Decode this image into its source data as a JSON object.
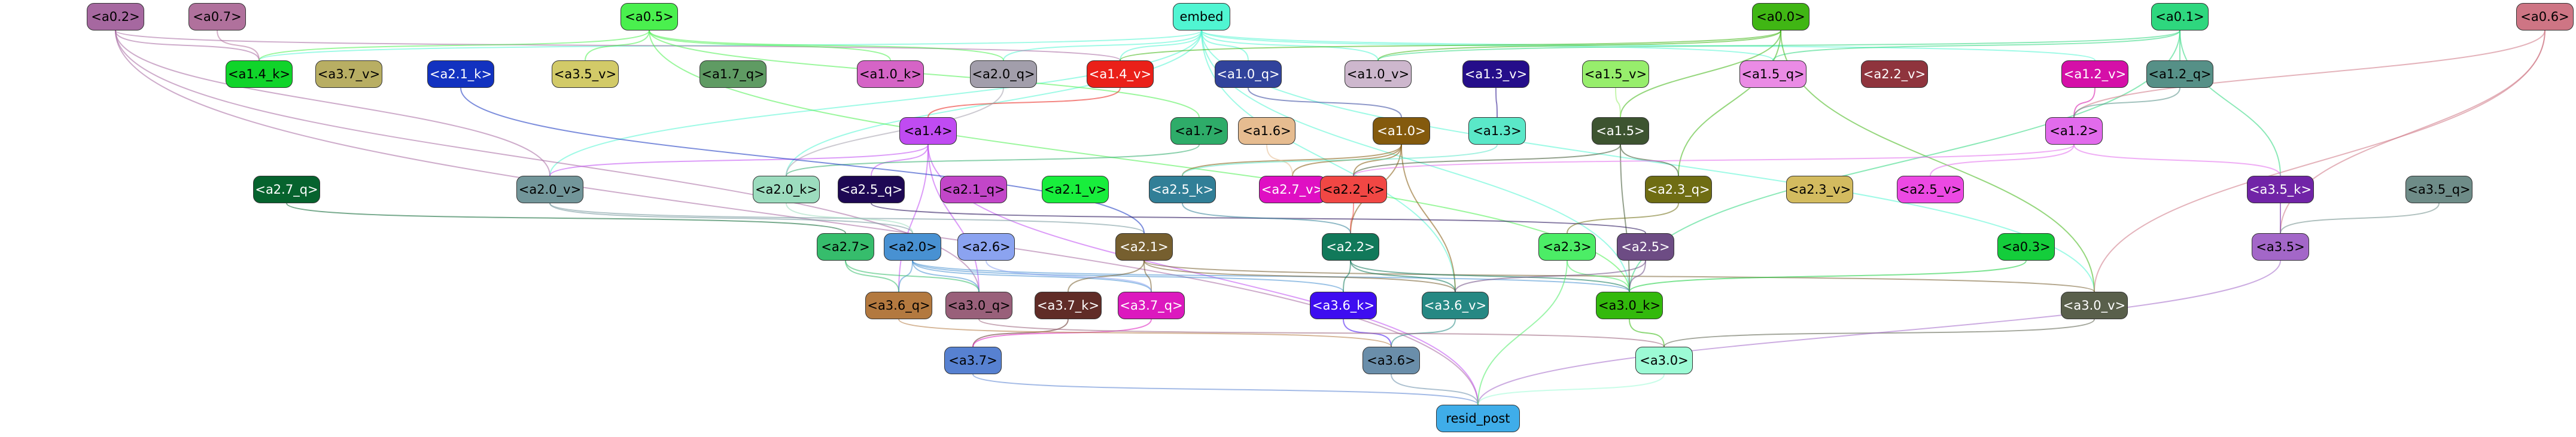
{
  "nodes": [
    {
      "id": "a0_2",
      "label": "<a0.2>",
      "color": "#a668a0"
    },
    {
      "id": "a0_7",
      "label": "<a0.7>",
      "color": "#b0719c"
    },
    {
      "id": "a0_5",
      "label": "<a0.5>",
      "color": "#4af04e"
    },
    {
      "id": "embed",
      "label": "embed",
      "color": "#50f5d2"
    },
    {
      "id": "a0_0",
      "label": "<a0.0>",
      "color": "#40b614"
    },
    {
      "id": "a0_1",
      "label": "<a0.1>",
      "color": "#2ed77e"
    },
    {
      "id": "a0_6",
      "label": "<a0.6>",
      "color": "#ce7584"
    },
    {
      "id": "a1_4_k",
      "label": "<a1.4_k>",
      "color": "#10d42a"
    },
    {
      "id": "a3_7_v",
      "label": "<a3.7_v>",
      "color": "#b8ae63"
    },
    {
      "id": "a2_1_k",
      "label": "<a2.1_k>",
      "color": "#1232c0"
    },
    {
      "id": "a3_5_v",
      "label": "<a3.5_v>",
      "color": "#d2ca68"
    },
    {
      "id": "a1_7_q",
      "label": "<a1.7_q>",
      "color": "#5f9b63"
    },
    {
      "id": "a1_0_k",
      "label": "<a1.0_k>",
      "color": "#d564c6"
    },
    {
      "id": "a2_0_q",
      "label": "<a2.0_q>",
      "color": "#a29eab"
    },
    {
      "id": "a1_4_v",
      "label": "<a1.4_v>",
      "color": "#ea2019"
    },
    {
      "id": "a1_0_q",
      "label": "<a1.0_q>",
      "color": "#31439c"
    },
    {
      "id": "a1_0_v",
      "label": "<a1.0_v>",
      "color": "#cdb7cd"
    },
    {
      "id": "a1_3_v",
      "label": "<a1.3_v>",
      "color": "#250e8a"
    },
    {
      "id": "a1_5_v",
      "label": "<a1.5_v>",
      "color": "#97ee6c"
    },
    {
      "id": "a1_5_q",
      "label": "<a1.5_q>",
      "color": "#ea8be5"
    },
    {
      "id": "a2_2_v",
      "label": "<a2.2_v>",
      "color": "#8f343d"
    },
    {
      "id": "a1_2_v",
      "label": "<a1.2_v>",
      "color": "#d50fa8"
    },
    {
      "id": "a1_2_q",
      "label": "<a1.2_q>",
      "color": "#569087"
    },
    {
      "id": "a1_4",
      "label": "<a1.4>",
      "color": "#c04bf2"
    },
    {
      "id": "a1_7",
      "label": "<a1.7>",
      "color": "#2eac69"
    },
    {
      "id": "a1_6",
      "label": "<a1.6>",
      "color": "#e6bc90"
    },
    {
      "id": "a1_0",
      "label": "<a1.0>",
      "color": "#845a0d"
    },
    {
      "id": "a1_3",
      "label": "<a1.3>",
      "color": "#5ae8c8"
    },
    {
      "id": "a1_5",
      "label": "<a1.5>",
      "color": "#3d5430"
    },
    {
      "id": "a1_2",
      "label": "<a1.2>",
      "color": "#e26bec"
    },
    {
      "id": "a2_7_q",
      "label": "<a2.7_q>",
      "color": "#06632e"
    },
    {
      "id": "a2_0_v",
      "label": "<a2.0_v>",
      "color": "#72969a"
    },
    {
      "id": "a2_0_k",
      "label": "<a2.0_k>",
      "color": "#9cdcbe"
    },
    {
      "id": "a2_5_q",
      "label": "<a2.5_q>",
      "color": "#1e0854"
    },
    {
      "id": "a2_1_q",
      "label": "<a2.1_q>",
      "color": "#c246c8"
    },
    {
      "id": "a2_1_v",
      "label": "<a2.1_v>",
      "color": "#18ee3c"
    },
    {
      "id": "a2_5_k",
      "label": "<a2.5_k>",
      "color": "#317f97"
    },
    {
      "id": "a2_7_v",
      "label": "<a2.7_v>",
      "color": "#df0fc3"
    },
    {
      "id": "a2_2_k",
      "label": "<a2.2_k>",
      "color": "#f14744"
    },
    {
      "id": "a2_3_q",
      "label": "<a2.3_q>",
      "color": "#6f6d13"
    },
    {
      "id": "a2_3_v",
      "label": "<a2.3_v>",
      "color": "#d3bb5f"
    },
    {
      "id": "a2_5_v",
      "label": "<a2.5_v>",
      "color": "#ec49e3"
    },
    {
      "id": "a3_5_k",
      "label": "<a3.5_k>",
      "color": "#7124a7"
    },
    {
      "id": "a3_5_q",
      "label": "<a3.5_q>",
      "color": "#6e8c88"
    },
    {
      "id": "a2_7",
      "label": "<a2.7>",
      "color": "#36bd6c"
    },
    {
      "id": "a2_0",
      "label": "<a2.0>",
      "color": "#4891d2"
    },
    {
      "id": "a2_6",
      "label": "<a2.6>",
      "color": "#8ba3f0"
    },
    {
      "id": "a2_1",
      "label": "<a2.1>",
      "color": "#765f2f"
    },
    {
      "id": "a2_2",
      "label": "<a2.2>",
      "color": "#11795a"
    },
    {
      "id": "a2_3",
      "label": "<a2.3>",
      "color": "#4ced66"
    },
    {
      "id": "a2_5",
      "label": "<a2.5>",
      "color": "#6d4c84"
    },
    {
      "id": "a0_3",
      "label": "<a0.3>",
      "color": "#14cd3b"
    },
    {
      "id": "a3_5",
      "label": "<a3.5>",
      "color": "#a367c8"
    },
    {
      "id": "a3_6_q",
      "label": "<a3.6_q>",
      "color": "#b3793f"
    },
    {
      "id": "a3_0_q",
      "label": "<a3.0_q>",
      "color": "#99607a"
    },
    {
      "id": "a3_7_k",
      "label": "<a3.7_k>",
      "color": "#602c27"
    },
    {
      "id": "a3_7_q",
      "label": "<a3.7_q>",
      "color": "#dc19be"
    },
    {
      "id": "a3_6_k",
      "label": "<a3.6_k>",
      "color": "#3e0df0"
    },
    {
      "id": "a3_6_v",
      "label": "<a3.6_v>",
      "color": "#268883"
    },
    {
      "id": "a3_0_k",
      "label": "<a3.0_k>",
      "color": "#33b90c"
    },
    {
      "id": "a3_0_v",
      "label": "<a3.0_v>",
      "color": "#595f4b"
    },
    {
      "id": "a3_7",
      "label": "<a3.7>",
      "color": "#5781d1"
    },
    {
      "id": "a3_6",
      "label": "<a3.6>",
      "color": "#6a8eaa"
    },
    {
      "id": "a3_0",
      "label": "<a3.0>",
      "color": "#9cfbd5"
    },
    {
      "id": "resid_post",
      "label": "resid_post",
      "color": "#3fade9"
    }
  ],
  "edges": [
    [
      "embed",
      "a1_4_k",
      "#50f5d2"
    ],
    [
      "embed",
      "a2_0_q",
      "#50f5d2"
    ],
    [
      "embed",
      "a1_4_v",
      "#50f5d2"
    ],
    [
      "embed",
      "a1_0_v",
      "#50f5d2"
    ],
    [
      "embed",
      "a1_5_q",
      "#50f5d2"
    ],
    [
      "embed",
      "a2_0_v",
      "#50f5d2"
    ],
    [
      "embed",
      "a2_0_k",
      "#50f5d2"
    ],
    [
      "embed",
      "a3_0_k",
      "#50f5d2"
    ],
    [
      "embed",
      "a3_6_v",
      "#50f5d2"
    ],
    [
      "embed",
      "a3_0_v",
      "#50f5d2"
    ],
    [
      "embed",
      "a1_2_v",
      "#50f5d2"
    ],
    [
      "embed",
      "a1_0_q",
      "#50f5d2"
    ],
    [
      "a0_2",
      "a1_4_k",
      "#a668a0"
    ],
    [
      "a0_2",
      "a2_0_v",
      "#a668a0"
    ],
    [
      "a0_2",
      "a3_0_q",
      "#a668a0"
    ],
    [
      "a0_2",
      "resid_post",
      "#a668a0"
    ],
    [
      "a0_2",
      "a1_4_v",
      "#a668a0"
    ],
    [
      "a0_7",
      "a1_4_k",
      "#b0719c"
    ],
    [
      "a0_5",
      "a1_4_k",
      "#4af04e"
    ],
    [
      "a0_5",
      "a3_5_v",
      "#4af04e"
    ],
    [
      "a0_5",
      "a1_0_k",
      "#4af04e"
    ],
    [
      "a0_5",
      "a2_0_q",
      "#4af04e"
    ],
    [
      "a0_5",
      "a1_7",
      "#4af04e"
    ],
    [
      "a0_5",
      "a3_0_k",
      "#4af04e"
    ],
    [
      "a0_0",
      "a1_4_v",
      "#40b614"
    ],
    [
      "a0_0",
      "a1_0_v",
      "#40b614"
    ],
    [
      "a0_0",
      "a2_3_q",
      "#40b614"
    ],
    [
      "a0_0",
      "a1_5",
      "#40b614"
    ],
    [
      "a0_0",
      "a3_0_v",
      "#40b614"
    ],
    [
      "a0_1",
      "a1_2_q",
      "#2ed77e"
    ],
    [
      "a0_1",
      "a1_5_q",
      "#2ed77e"
    ],
    [
      "a0_1",
      "a3_5_k",
      "#2ed77e"
    ],
    [
      "a0_1",
      "a3_0_k",
      "#2ed77e"
    ],
    [
      "a0_1",
      "a1_0_v",
      "#2ed77e"
    ],
    [
      "a0_6",
      "a1_2",
      "#ce7584"
    ],
    [
      "a0_6",
      "a3_0_v",
      "#ce7584"
    ],
    [
      "a0_6",
      "a3_5",
      "#ce7584"
    ],
    [
      "a1_4_v",
      "a1_4",
      "#ea2019"
    ],
    [
      "a1_4",
      "a2_0_v",
      "#c04bf2"
    ],
    [
      "a1_4",
      "a3_0_q",
      "#c04bf2"
    ],
    [
      "a1_4",
      "a3_6_q",
      "#c04bf2"
    ],
    [
      "a1_4",
      "a2_5_q",
      "#c04bf2"
    ],
    [
      "a1_4",
      "resid_post",
      "#c04bf2"
    ],
    [
      "a1_0_q",
      "a1_0",
      "#31439c"
    ],
    [
      "a1_3_v",
      "a1_3",
      "#250e8a"
    ],
    [
      "a1_5_v",
      "a1_5",
      "#97ee6c"
    ],
    [
      "a1_2_v",
      "a1_2",
      "#d50fa8"
    ],
    [
      "a1_2_q",
      "a1_2",
      "#569087"
    ],
    [
      "a1_0",
      "a2_5_k",
      "#845a0d"
    ],
    [
      "a1_0",
      "a2_2_k",
      "#845a0d"
    ],
    [
      "a1_0",
      "a2_2",
      "#845a0d"
    ],
    [
      "a1_0",
      "a3_6_v",
      "#845a0d"
    ],
    [
      "a1_0",
      "a2_7_v",
      "#845a0d"
    ],
    [
      "a1_5",
      "a2_2_k",
      "#3d5430"
    ],
    [
      "a1_5",
      "a2_3_q",
      "#3d5430"
    ],
    [
      "a1_5",
      "a3_0_k",
      "#3d5430"
    ],
    [
      "a1_2",
      "a2_5_v",
      "#e26bec"
    ],
    [
      "a1_2",
      "a3_5_k",
      "#e26bec"
    ],
    [
      "a1_2",
      "a2_2_k",
      "#e26bec"
    ],
    [
      "a1_7",
      "a2_0_k",
      "#2eac69"
    ],
    [
      "a1_6",
      "a2_7_v",
      "#e6bc90"
    ],
    [
      "a1_3",
      "a2_5_k",
      "#5ae8c8"
    ],
    [
      "a2_0_v",
      "a2_0",
      "#72969a"
    ],
    [
      "a2_0_v",
      "a2_1",
      "#72969a"
    ],
    [
      "a2_0_k",
      "a2_0",
      "#9cdcbe"
    ],
    [
      "a2_0_q",
      "a2_0_k",
      "#a29eab"
    ],
    [
      "a2_1_k",
      "a2_1",
      "#1232c0"
    ],
    [
      "a2_5_q",
      "a2_5",
      "#1e0854"
    ],
    [
      "a2_2_k",
      "a2_2",
      "#f14744"
    ],
    [
      "a2_5_k",
      "a2_2",
      "#317f97"
    ],
    [
      "a2_3_q",
      "a2_3",
      "#6f6d13"
    ],
    [
      "a2_7_q",
      "a2_7",
      "#06632e"
    ],
    [
      "a3_5_k",
      "a3_5",
      "#7124a7"
    ],
    [
      "a3_5_q",
      "a3_5",
      "#6e8c88"
    ],
    [
      "a2_0",
      "a3_0_q",
      "#4891d2"
    ],
    [
      "a2_0",
      "a3_6_k",
      "#4891d2"
    ],
    [
      "a2_0",
      "a3_7_q",
      "#4891d2"
    ],
    [
      "a2_0",
      "a3_6_q",
      "#4891d2"
    ],
    [
      "a2_0",
      "a3_0_k",
      "#4891d2"
    ],
    [
      "a2_1",
      "a3_7_k",
      "#765f2f"
    ],
    [
      "a2_1",
      "a3_6_v",
      "#765f2f"
    ],
    [
      "a2_1",
      "a3_0_v",
      "#765f2f"
    ],
    [
      "a2_1",
      "a3_7_q",
      "#765f2f"
    ],
    [
      "a2_2",
      "a3_6_k",
      "#11795a"
    ],
    [
      "a2_2",
      "a3_0_k",
      "#11795a"
    ],
    [
      "a2_2",
      "a3_6_v",
      "#11795a"
    ],
    [
      "a2_3",
      "a3_0_k",
      "#4ced66"
    ],
    [
      "a2_5",
      "a3_0_k",
      "#6d4c84"
    ],
    [
      "a2_5",
      "a3_6_v",
      "#6d4c84"
    ],
    [
      "a2_6",
      "a3_7_q",
      "#8ba3f0"
    ],
    [
      "a2_7",
      "a3_6_q",
      "#36bd6c"
    ],
    [
      "a2_7",
      "a3_0_q",
      "#36bd6c"
    ],
    [
      "a0_3",
      "a3_0_k",
      "#14cd3b"
    ],
    [
      "a3_7_k",
      "a3_7",
      "#602c27"
    ],
    [
      "a3_7_q",
      "a3_7",
      "#dc19be"
    ],
    [
      "a3_6_k",
      "a3_6",
      "#3e0df0"
    ],
    [
      "a3_6_v",
      "a3_6",
      "#268883"
    ],
    [
      "a3_6_q",
      "a3_6",
      "#b3793f"
    ],
    [
      "a3_0_q",
      "a3_0",
      "#99607a"
    ],
    [
      "a3_0_k",
      "a3_0",
      "#33b90c"
    ],
    [
      "a3_0_v",
      "a3_0",
      "#595f4b"
    ],
    [
      "a3_7",
      "resid_post",
      "#5781d1"
    ],
    [
      "a3_6",
      "resid_post",
      "#6a8eaa"
    ],
    [
      "a3_0",
      "resid_post",
      "#9cfbd5"
    ],
    [
      "a3_5",
      "resid_post",
      "#a367c8"
    ],
    [
      "a2_3",
      "resid_post",
      "#4ced66"
    ]
  ]
}
